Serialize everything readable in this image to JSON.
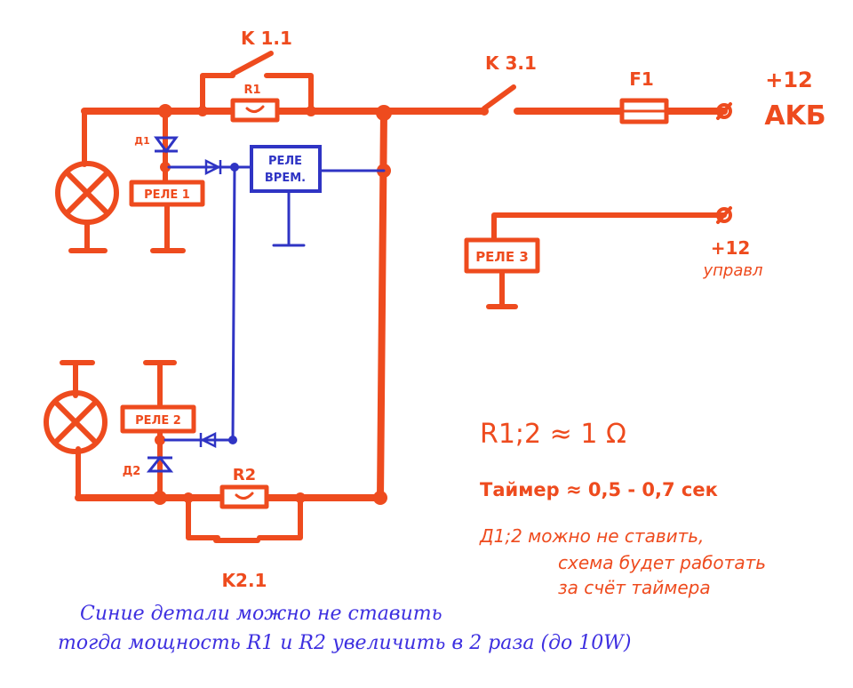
{
  "labels": {
    "k11": "K 1.1",
    "k31": "K 3.1",
    "k21": "K2.1",
    "f1": "F1",
    "r1": "R1",
    "r2": "R2",
    "plus12_akb_1": "+12",
    "plus12_akb_2": "AKБ",
    "plus12_upr_1": "+12",
    "plus12_upr_2": "управл",
    "d1": "Д1",
    "d2": "Д2",
    "rele1": "РЕЛЕ 1",
    "rele2": "РЕЛЕ 2",
    "rele3": "РЕЛЕ 3",
    "rele_time_1": "РЕЛЕ",
    "rele_time_2": "ВРЕМ."
  },
  "notes": {
    "resistance": "R1;2 ≈ 1 Ω",
    "timer": "Таймер ≈ 0,5 - 0,7 сек",
    "diodes_1": "Д1;2 можно не ставить,",
    "diodes_2": "схема будет работать",
    "diodes_3": "за счёт таймера"
  },
  "bottom_note": {
    "line1": "Синие детали можно не ставить",
    "line2": "тогда мощность R1 и R2 увеличить в 2 раза (до 10W)"
  },
  "colors": {
    "power_wiring": "#ee4b1e",
    "optional_parts": "#2f34c4"
  }
}
